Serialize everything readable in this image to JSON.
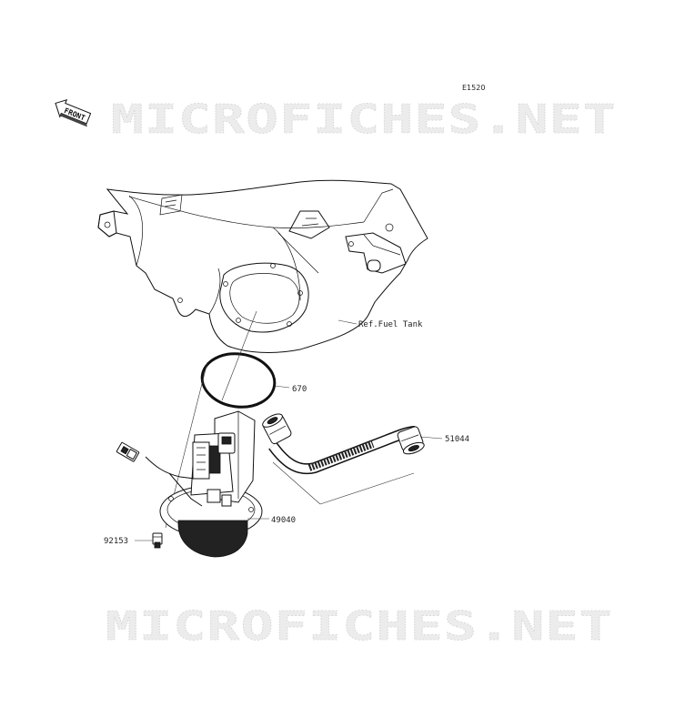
{
  "diagram": {
    "code": "E1520",
    "front_marker": "FRONT",
    "watermark_text": "MICROFICHES.NET",
    "ref_label": "Ref.Fuel Tank",
    "parts": [
      {
        "id": "670"
      },
      {
        "id": "51044"
      },
      {
        "id": "49040"
      },
      {
        "id": "92153"
      }
    ]
  }
}
